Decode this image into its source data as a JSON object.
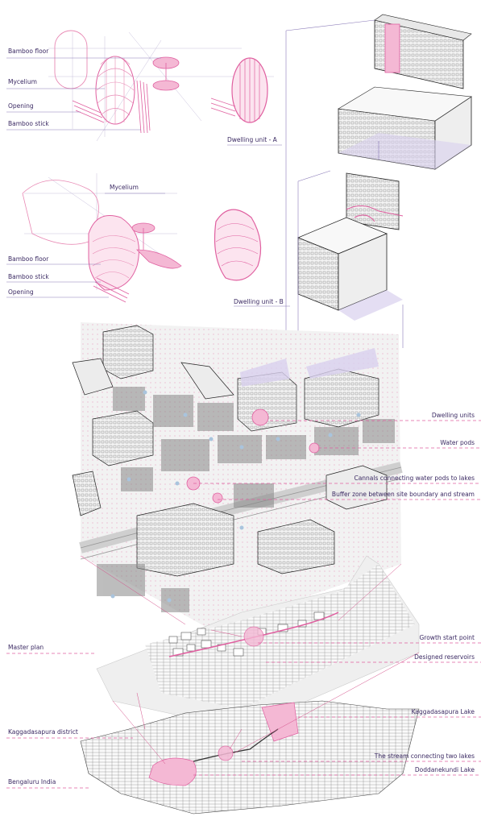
{
  "colors": {
    "accent_pink": "#e060a0",
    "fill_pink": "#f4b8d4",
    "leader_purple": "#8a7ab8",
    "text_purple": "#3b2a63",
    "shadow_lavender": "#d8d0ee"
  },
  "unit_a": {
    "labels": [
      "Bamboo floor",
      "Mycelium",
      "Opening",
      "Bamboo stick"
    ],
    "caption": "Dwelling unit - A"
  },
  "unit_b": {
    "labels": [
      "Mycelium",
      "Bamboo floor",
      "Bamboo stick",
      "Opening"
    ],
    "caption": "Dwelling unit - B"
  },
  "site": {
    "labels": [
      "Dwelling units",
      "Water pods",
      "Cannals connecting water pods to lakes",
      "Buffer zone between site boundary and stream"
    ]
  },
  "masterplan": {
    "left_label": "Master plan",
    "right_labels": [
      "Growth start point",
      "Designed reservoirs"
    ]
  },
  "district": {
    "left_labels": [
      "Kaggadasapura district",
      "Bengaluru India"
    ],
    "right_labels": [
      "Kaggadasapura Lake",
      "The stream connecting two lakes",
      "Doddanekundi Lake"
    ]
  }
}
